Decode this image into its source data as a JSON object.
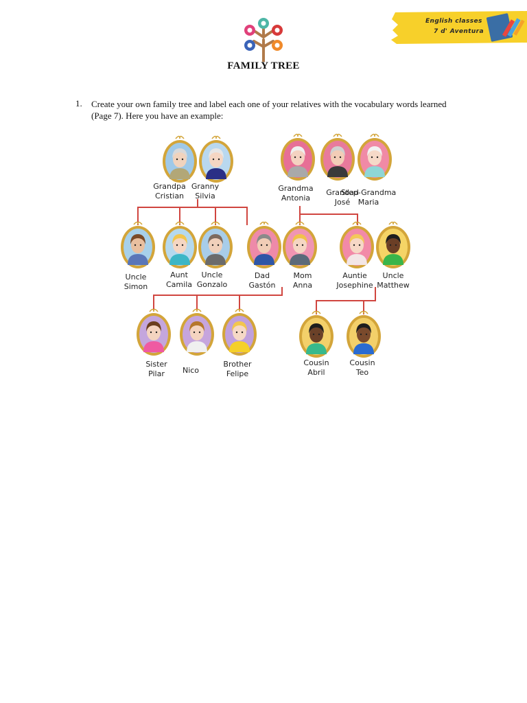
{
  "header": {
    "title": "FAMILY TREE",
    "badge_line1": "English classes",
    "badge_line2": "7 d' Aventura",
    "logo_icon": "tree-logo-icon",
    "badge_icon": "crayon-box-icon",
    "badge_color": "#f7d02a"
  },
  "instructions": {
    "number": "1.",
    "text": "Create your own family tree and label each one of your relatives with the vocabulary words learned (Page 7). Here you have an example:"
  },
  "tree": {
    "frame_color": "#d3a53a",
    "line_color": "#d0453f",
    "members": [
      {
        "line1": "Grandpa",
        "line2": "Cristian",
        "bg": "#9fc9e8",
        "skin": "#f1d3bd",
        "hair": "#d9d9d9",
        "shirt": "#b2a777"
      },
      {
        "line1": "Granny",
        "line2": "Silvia",
        "bg": "#b9d8ef",
        "skin": "#f5d6c3",
        "hair": "#e6e6e6",
        "shirt": "#2a2f86"
      },
      {
        "line1": "Grandma",
        "line2": "Antonia",
        "bg": "#e76f96",
        "skin": "#f4d2c1",
        "hair": "#efefef",
        "shirt": "#a9a9a9"
      },
      {
        "line1": "Grandad",
        "line2": "José",
        "bg": "#e87a9c",
        "skin": "#f2cdb7",
        "hair": "#d0d0d0",
        "shirt": "#3a3a3a"
      },
      {
        "line1": "Step-Grandma",
        "line2": "Maria",
        "bg": "#f08aa6",
        "skin": "#f6d9c8",
        "hair": "#f2f2f2",
        "shirt": "#8fd6d6"
      },
      {
        "line1": "Uncle",
        "line2": "Simon",
        "bg": "#a7d0ea",
        "skin": "#e9bf9f",
        "hair": "#7a4a28",
        "shirt": "#5a76b8"
      },
      {
        "line1": "Aunt",
        "line2": "Camila",
        "bg": "#b5d9ee",
        "skin": "#f5d6c3",
        "hair": "#f2c64e",
        "shirt": "#3cb6c6"
      },
      {
        "line1": "Uncle",
        "line2": "Gonzalo",
        "bg": "#a8cde9",
        "skin": "#f0d0ba",
        "hair": "#7d6a5d",
        "shirt": "#6b6b6b"
      },
      {
        "line1": "Dad",
        "line2": "Gastón",
        "bg": "#ee8aa9",
        "skin": "#f1cdb6",
        "hair": "#8a8a8a",
        "shirt": "#2f56a6"
      },
      {
        "line1": "Mom",
        "line2": "Anna",
        "bg": "#f095b2",
        "skin": "#f5d6c3",
        "hair": "#f1c24a",
        "shirt": "#5b6a7a"
      },
      {
        "line1": "Auntie",
        "line2": "Josephine",
        "bg": "#f28aa8",
        "skin": "#f6d8c6",
        "hair": "#f3c85a",
        "shirt": "#f3e6e6"
      },
      {
        "line1": "Uncle",
        "line2": "Matthew",
        "bg": "#f5d466",
        "skin": "#6b3f26",
        "hair": "#1e1e1e",
        "shirt": "#39b54a"
      },
      {
        "line1": "Sister",
        "line2": "Pilar",
        "bg": "#c4a6dd",
        "skin": "#f4d4c0",
        "hair": "#6b3f1f",
        "shirt": "#ef5aa2"
      },
      {
        "line1": "Nico",
        "line2": "",
        "bg": "#c6a5dd",
        "skin": "#f4d4c0",
        "hair": "#b5772c",
        "shirt": "#f0f0f0"
      },
      {
        "line1": "Brother",
        "line2": "Felipe",
        "bg": "#c0a0dc",
        "skin": "#f6d9c6",
        "hair": "#f2c64e",
        "shirt": "#f5d02a"
      },
      {
        "line1": "Cousin",
        "line2": "Abril",
        "bg": "#f3d06a",
        "skin": "#6b4128",
        "hair": "#1e1e1e",
        "shirt": "#38b98c"
      },
      {
        "line1": "Cousin",
        "line2": "Teo",
        "bg": "#f3d06a",
        "skin": "#7a4a2c",
        "hair": "#1e1e1e",
        "shirt": "#2a6bd1"
      }
    ]
  }
}
